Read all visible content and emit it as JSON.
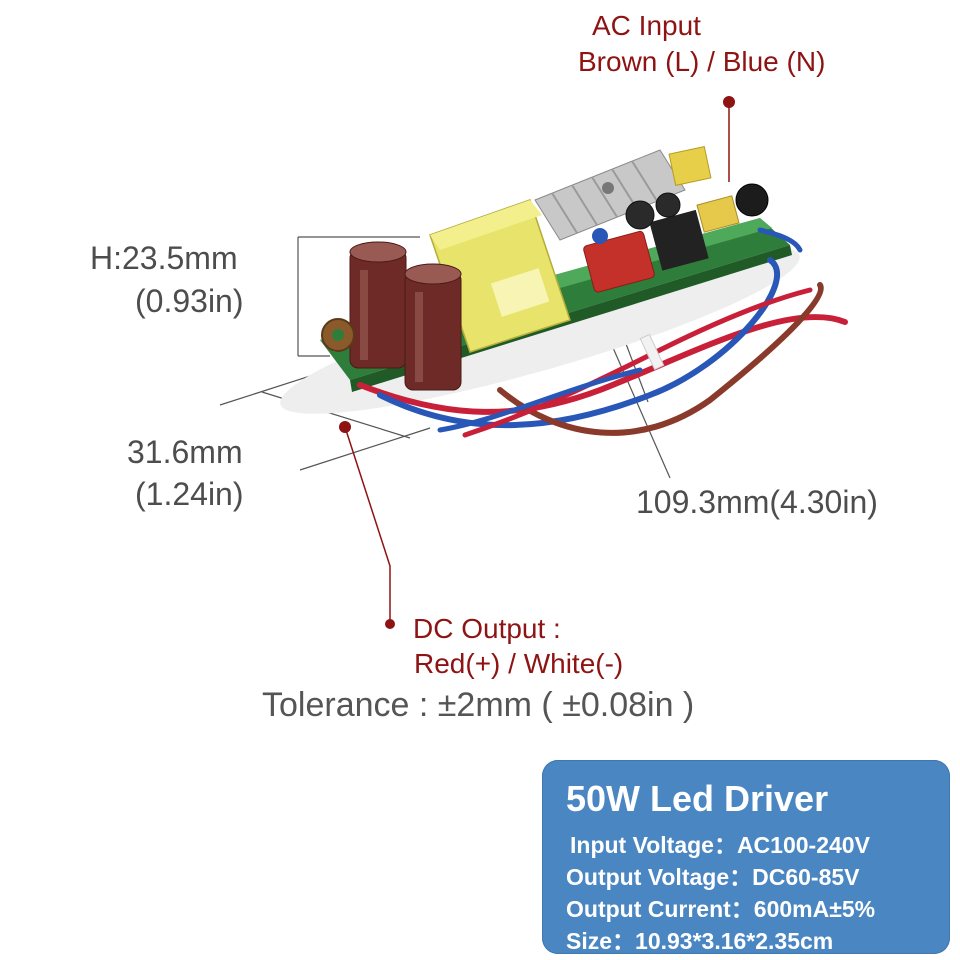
{
  "annotations": {
    "ac_input": {
      "title": "AC Input",
      "wires": "Brown (L) / Blue (N)"
    },
    "height": {
      "mm": "H:23.5mm",
      "inch": "(0.93in)"
    },
    "width": {
      "mm": "31.6mm",
      "inch": "(1.24in)"
    },
    "length": "109.3mm(4.30in)",
    "dc_output": {
      "title": "DC Output :",
      "wires": "Red(+) / White(-)"
    },
    "tolerance": "Tolerance : ±2mm ( ±0.08in )"
  },
  "spec_card": {
    "title": "50W Led Driver",
    "rows": [
      "Input Voltage：AC100-240V",
      "Output Voltage：DC60-85V",
      "Output Current：600mA±5%",
      "Size：10.93*3.16*2.35cm"
    ]
  },
  "colors": {
    "accent_red": "#8e1313",
    "card_blue": "#4a86c2",
    "pcb_green": "#3e9a4a",
    "transformer_yellow": "#e8e36a",
    "wire_red": "#c9203a",
    "wire_blue": "#2857b8",
    "wire_brown": "#8a3a2a"
  }
}
